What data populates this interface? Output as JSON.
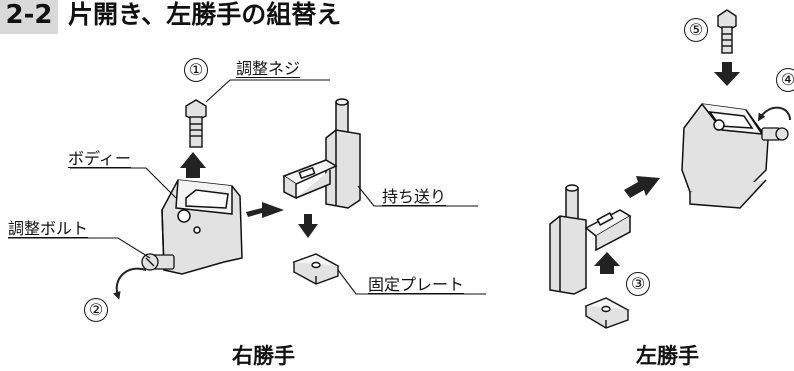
{
  "header": {
    "badge": "2-2",
    "title": "片開き、左勝手の組替え"
  },
  "parts": {
    "adjust_screw": "調整ネジ",
    "body": "ボディー",
    "adjust_bolt": "調整ボルト",
    "feeder": "持ち送り",
    "fixing_plate": "固定プレート"
  },
  "steps": [
    "①",
    "②",
    "③",
    "④",
    "⑤"
  ],
  "captions": {
    "right_hand": "右勝手",
    "left_hand": "左勝手"
  },
  "colors": {
    "badge_bg": "#d9d9d9",
    "part_fill": "#e2e2e2",
    "arrow": "#222222"
  }
}
